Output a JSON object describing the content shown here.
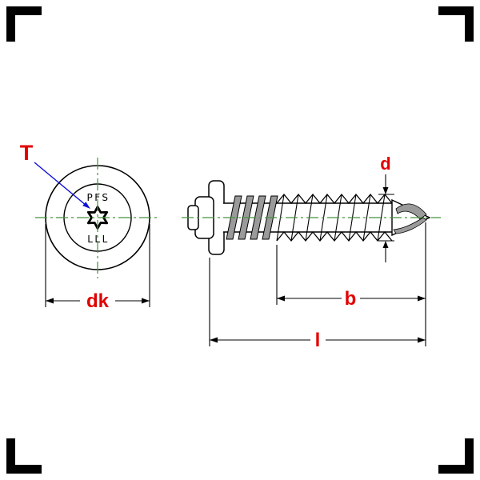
{
  "drawing": {
    "labels": {
      "drive": "T",
      "head_marking_top": "PFS",
      "head_marking_bottom": "LLL",
      "head_diameter": "dk",
      "thread_diameter": "d",
      "thread_length": "b",
      "overall_length": "l"
    },
    "colors": {
      "label_red": "#e10000",
      "leader_blue": "#1010d8",
      "centerline_green": "#46923c",
      "flute_gray": "#9a9a9a",
      "line_black": "#000000",
      "background": "#ffffff"
    }
  }
}
